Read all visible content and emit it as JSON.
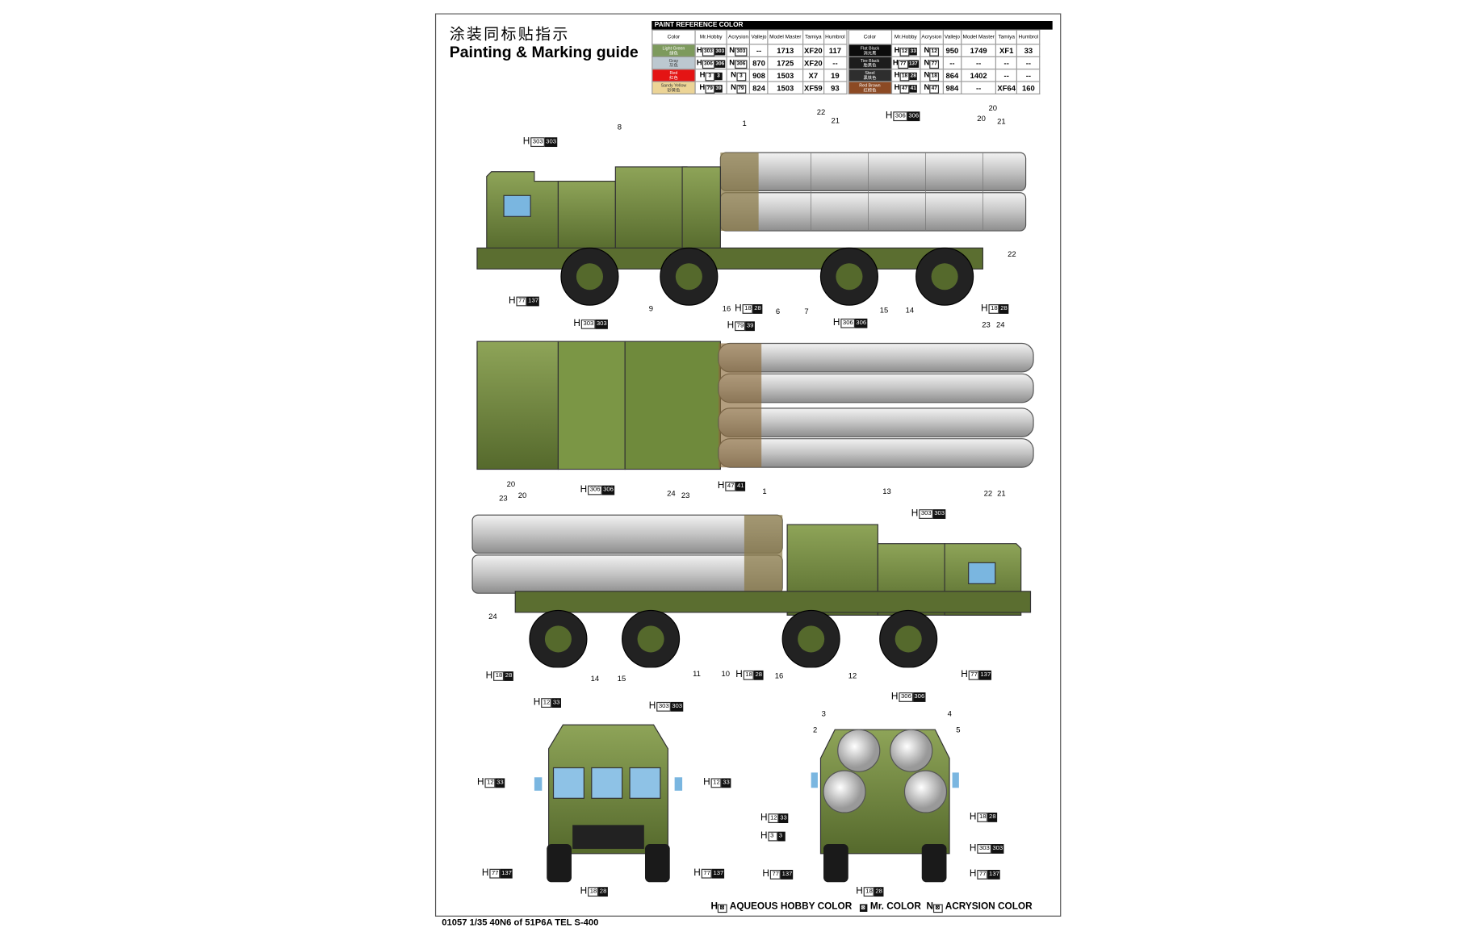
{
  "title_cn": "涂装同标贴指示",
  "title_en": "Painting & Marking guide",
  "paint_table": {
    "heading": "PAINT REFERENCE COLOR",
    "columns": [
      "Color",
      "Mr.Hobby",
      "Acrysion",
      "Vallejo",
      "Model Master",
      "Tamiya",
      "Humbrol"
    ],
    "left_rows": [
      {
        "name": "Light Green",
        "cn": "绿色",
        "swatch": "#7d9a5d",
        "h": [
          "303",
          "303"
        ],
        "n": "303",
        "vallejo": "--",
        "mm": "1713",
        "tamiya": "XF20",
        "humbrol": "117"
      },
      {
        "name": "Gray",
        "cn": "灰色",
        "swatch": "#bcc8d0",
        "h": [
          "306",
          "306"
        ],
        "n": "306",
        "vallejo": "870",
        "mm": "1725",
        "tamiya": "XF20",
        "humbrol": "--"
      },
      {
        "name": "Red",
        "cn": "红色",
        "swatch": "#e41414",
        "h": [
          "3",
          "3"
        ],
        "n": "3",
        "vallejo": "908",
        "mm": "1503",
        "tamiya": "X7",
        "humbrol": "19"
      },
      {
        "name": "Sandy Yellow",
        "cn": "砂黄色",
        "swatch": "#ecd496",
        "h": [
          "79",
          "39"
        ],
        "n": "79",
        "vallejo": "824",
        "mm": "1503",
        "tamiya": "XF59",
        "humbrol": "93"
      }
    ],
    "right_rows": [
      {
        "name": "Flat Black",
        "cn": "消光黑",
        "swatch": "#0c0c0c",
        "h": [
          "12",
          "33"
        ],
        "n": "12",
        "vallejo": "950",
        "mm": "1749",
        "tamiya": "XF1",
        "humbrol": "33"
      },
      {
        "name": "Tire Black",
        "cn": "胎黑色",
        "swatch": "#1c1c1c",
        "h": [
          "77",
          "137"
        ],
        "n": "77",
        "vallejo": "--",
        "mm": "--",
        "tamiya": "--",
        "humbrol": "--"
      },
      {
        "name": "Steel",
        "cn": "黑铁色",
        "swatch": "#2e2e2e",
        "h": [
          "18",
          "28"
        ],
        "n": "18",
        "vallejo": "864",
        "mm": "1402",
        "tamiya": "--",
        "humbrol": "--"
      },
      {
        "name": "Red Brown",
        "cn": "红棕色",
        "swatch": "#8c4a24",
        "h": [
          "47",
          "41"
        ],
        "n": "47",
        "vallejo": "984",
        "mm": "--",
        "tamiya": "XF64",
        "humbrol": "160"
      }
    ]
  },
  "prefix_h": "H",
  "prefix_n": "N",
  "callouts": {
    "side_left": [
      [
        "H",
        "303",
        "303"
      ],
      "8",
      "1",
      "22",
      "21",
      [
        "H",
        "306",
        "306"
      ],
      "20",
      "20",
      "21",
      "22",
      [
        "H",
        "77",
        "137"
      ],
      "9",
      "16",
      [
        "H",
        "18",
        "28"
      ],
      "6",
      "7",
      "15",
      "14",
      [
        "H",
        "18",
        "28"
      ]
    ],
    "top": [
      [
        "H",
        "303",
        "303"
      ],
      [
        "H",
        "79",
        "39"
      ],
      [
        "H",
        "306",
        "306"
      ],
      "23",
      "24",
      "20",
      "20",
      "23",
      [
        "H",
        "306",
        "306"
      ],
      "24",
      "23",
      [
        "H",
        "47",
        "41"
      ],
      "1",
      "22",
      "21"
    ],
    "side_right": [
      "13",
      [
        "H",
        "303",
        "303"
      ],
      "24",
      [
        "H",
        "18",
        "28"
      ],
      "14",
      "15",
      "11",
      "10",
      [
        "H",
        "18",
        "28"
      ],
      "16",
      "12",
      [
        "H",
        "77",
        "137"
      ]
    ],
    "front": [
      [
        "H",
        "12",
        "33"
      ],
      [
        "H",
        "303",
        "303"
      ],
      [
        "H",
        "12",
        "33"
      ],
      [
        "H",
        "12",
        "33"
      ],
      [
        "H",
        "77",
        "137"
      ],
      [
        "H",
        "77",
        "137"
      ],
      [
        "H",
        "18",
        "28"
      ]
    ],
    "rear": [
      [
        "H",
        "306",
        "306"
      ],
      "3",
      "4",
      "2",
      "5",
      [
        "H",
        "12",
        "33"
      ],
      [
        "H",
        "3",
        "3"
      ],
      [
        "H",
        "18",
        "28"
      ],
      [
        "H",
        "303",
        "303"
      ],
      [
        "H",
        "77",
        "137"
      ],
      [
        "H",
        "77",
        "137"
      ],
      [
        "H",
        "18",
        "28"
      ]
    ]
  },
  "legend": {
    "h_label": "AQUEOUS HOBBY COLOR",
    "mr_label": "Mr. COLOR",
    "n_label": "ACRYSION COLOR"
  },
  "footer": "01057 1/35  40N6 of 51P6A TEL S-400",
  "colors": {
    "vehicle_green": "#6f8a3c",
    "missile_gray": "#c9c9c9",
    "camo_brown": "#9a6a3a"
  }
}
